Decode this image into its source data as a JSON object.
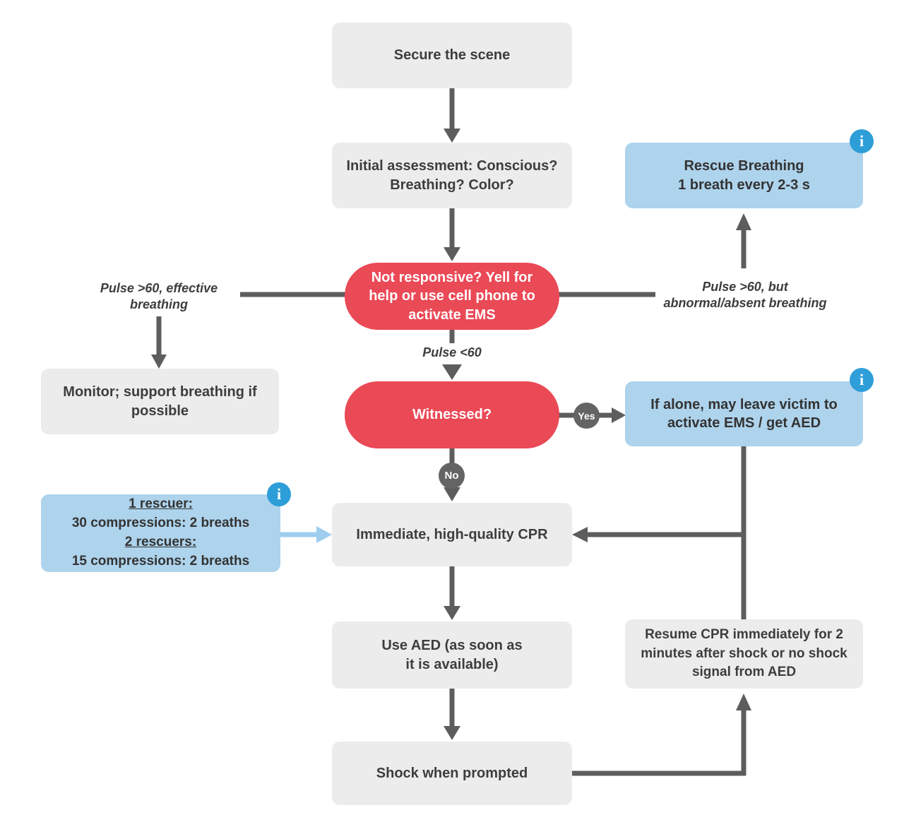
{
  "nodes": {
    "secure": {
      "text": "Secure the scene"
    },
    "initial": {
      "line1": "Initial assessment: Conscious?",
      "line2": "Breathing? Color?"
    },
    "rescue_breathing": {
      "line1": "Rescue Breathing",
      "line2": "1 breath every 2-3 s"
    },
    "not_responsive": {
      "line1": "Not responsive? Yell for",
      "line2": "help or use cell phone to",
      "line3": "activate EMS"
    },
    "monitor": {
      "line1": "Monitor; support breathing if",
      "line2": "possible"
    },
    "witnessed": {
      "text": "Witnessed?"
    },
    "if_alone": {
      "line1": "If alone, may leave victim to",
      "line2": "activate EMS / get AED"
    },
    "rescuers": {
      "line1": "1 rescuer:",
      "line2": "30 compressions: 2 breaths",
      "line3": "2 rescuers:",
      "line4": "15 compressions: 2 breaths"
    },
    "cpr": {
      "text": "Immediate, high-quality CPR"
    },
    "use_aed": {
      "line1": "Use AED (as soon as",
      "line2": "it is available)"
    },
    "resume_cpr": {
      "line1": "Resume CPR immediately for 2",
      "line2": "minutes after shock or no shock",
      "line3": "signal from AED"
    },
    "shock": {
      "text": "Shock when prompted"
    }
  },
  "labels": {
    "pulse_effective": {
      "line1": "Pulse >60, effective",
      "line2": "breathing"
    },
    "pulse_abnormal": {
      "line1": "Pulse >60, but",
      "line2": "abnormal/absent breathing"
    },
    "pulse_low": "Pulse <60",
    "yes": "Yes",
    "no": "No"
  },
  "icons": {
    "info": "i"
  },
  "colors": {
    "box-gray": "#ececec",
    "box-blue": "#aed3ec",
    "red": "#ea4956",
    "line": "#5d5d5d",
    "circle": "#646464",
    "info": "#2d9ed8",
    "arrow-blue": "#9ecdee",
    "text": "#3d3d3d"
  }
}
